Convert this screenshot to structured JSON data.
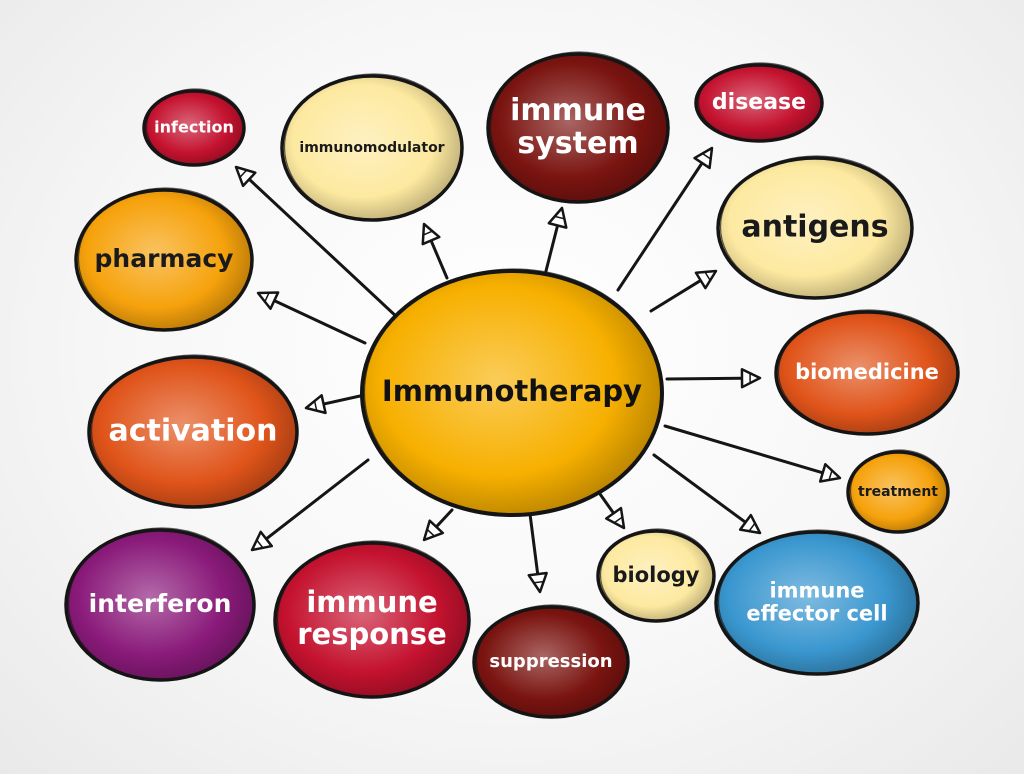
{
  "center": {
    "label": "Immunotherapy",
    "color": "#f7b000"
  },
  "nodes": [
    {
      "id": "infection",
      "label": "infection",
      "color": "#c4122f",
      "text_color": "#ffffff"
    },
    {
      "id": "immunomodulator",
      "label": "immunomodulator",
      "color": "#fde9a0",
      "text_color": "#1a1a1a"
    },
    {
      "id": "immune-system",
      "label": "immune system",
      "color": "#7a1410",
      "text_color": "#ffffff"
    },
    {
      "id": "disease",
      "label": "disease",
      "color": "#c4122f",
      "text_color": "#ffffff"
    },
    {
      "id": "pharmacy",
      "label": "pharmacy",
      "color": "#f6a20c",
      "text_color": "#1a1a1a"
    },
    {
      "id": "antigens",
      "label": "antigens",
      "color": "#fde9a0",
      "text_color": "#1a1a1a"
    },
    {
      "id": "activation",
      "label": "activation",
      "color": "#e0541a",
      "text_color": "#ffffff"
    },
    {
      "id": "biomedicine",
      "label": "biomedicine",
      "color": "#e0541a",
      "text_color": "#ffffff"
    },
    {
      "id": "treatment",
      "label": "treatment",
      "color": "#f6a20c",
      "text_color": "#1a1a1a"
    },
    {
      "id": "interferon",
      "label": "interferon",
      "color": "#8a1a7a",
      "text_color": "#ffffff"
    },
    {
      "id": "immune-response",
      "label": "immune response",
      "color": "#c4122f",
      "text_color": "#ffffff"
    },
    {
      "id": "suppression",
      "label": "suppression",
      "color": "#7a1410",
      "text_color": "#ffffff"
    },
    {
      "id": "biology",
      "label": "biology",
      "color": "#fde9a0",
      "text_color": "#1a1a1a"
    },
    {
      "id": "immune-effector-cell",
      "label": "immune effector cell",
      "color": "#3a97cf",
      "text_color": "#ffffff"
    }
  ]
}
